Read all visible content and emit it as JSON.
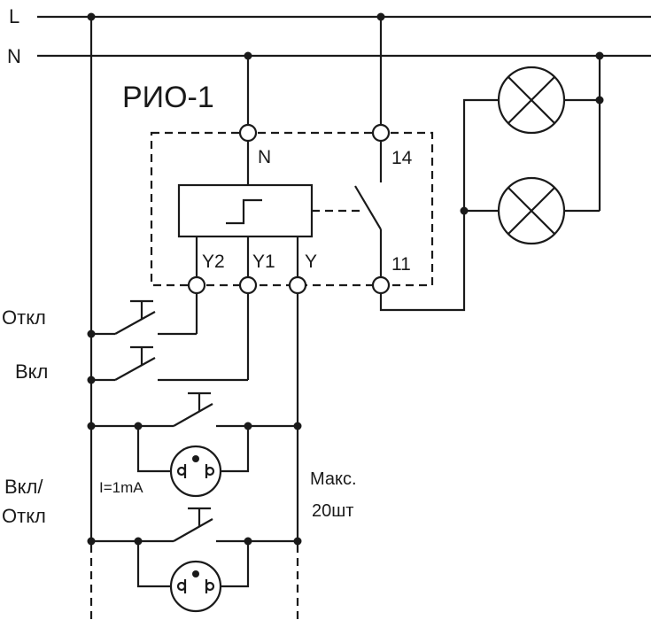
{
  "lines": {
    "live": "L",
    "neutral": "N"
  },
  "device": {
    "title": "РИО-1",
    "terminals": {
      "neutral": "N",
      "no_contact": "14",
      "common_contact": "11",
      "off_input": "Y2",
      "on_input": "Y1",
      "toggle_input": "Y"
    }
  },
  "buttons": {
    "off": "Откл",
    "on": "Вкл",
    "toggle_line1": "Вкл/",
    "toggle_line2": "Откл"
  },
  "notes": {
    "current": "I=1mA",
    "max_line1": "Макс.",
    "max_line2": "20шт"
  },
  "colors": {
    "ink": "#1a1a1a",
    "background": "#ffffff"
  }
}
